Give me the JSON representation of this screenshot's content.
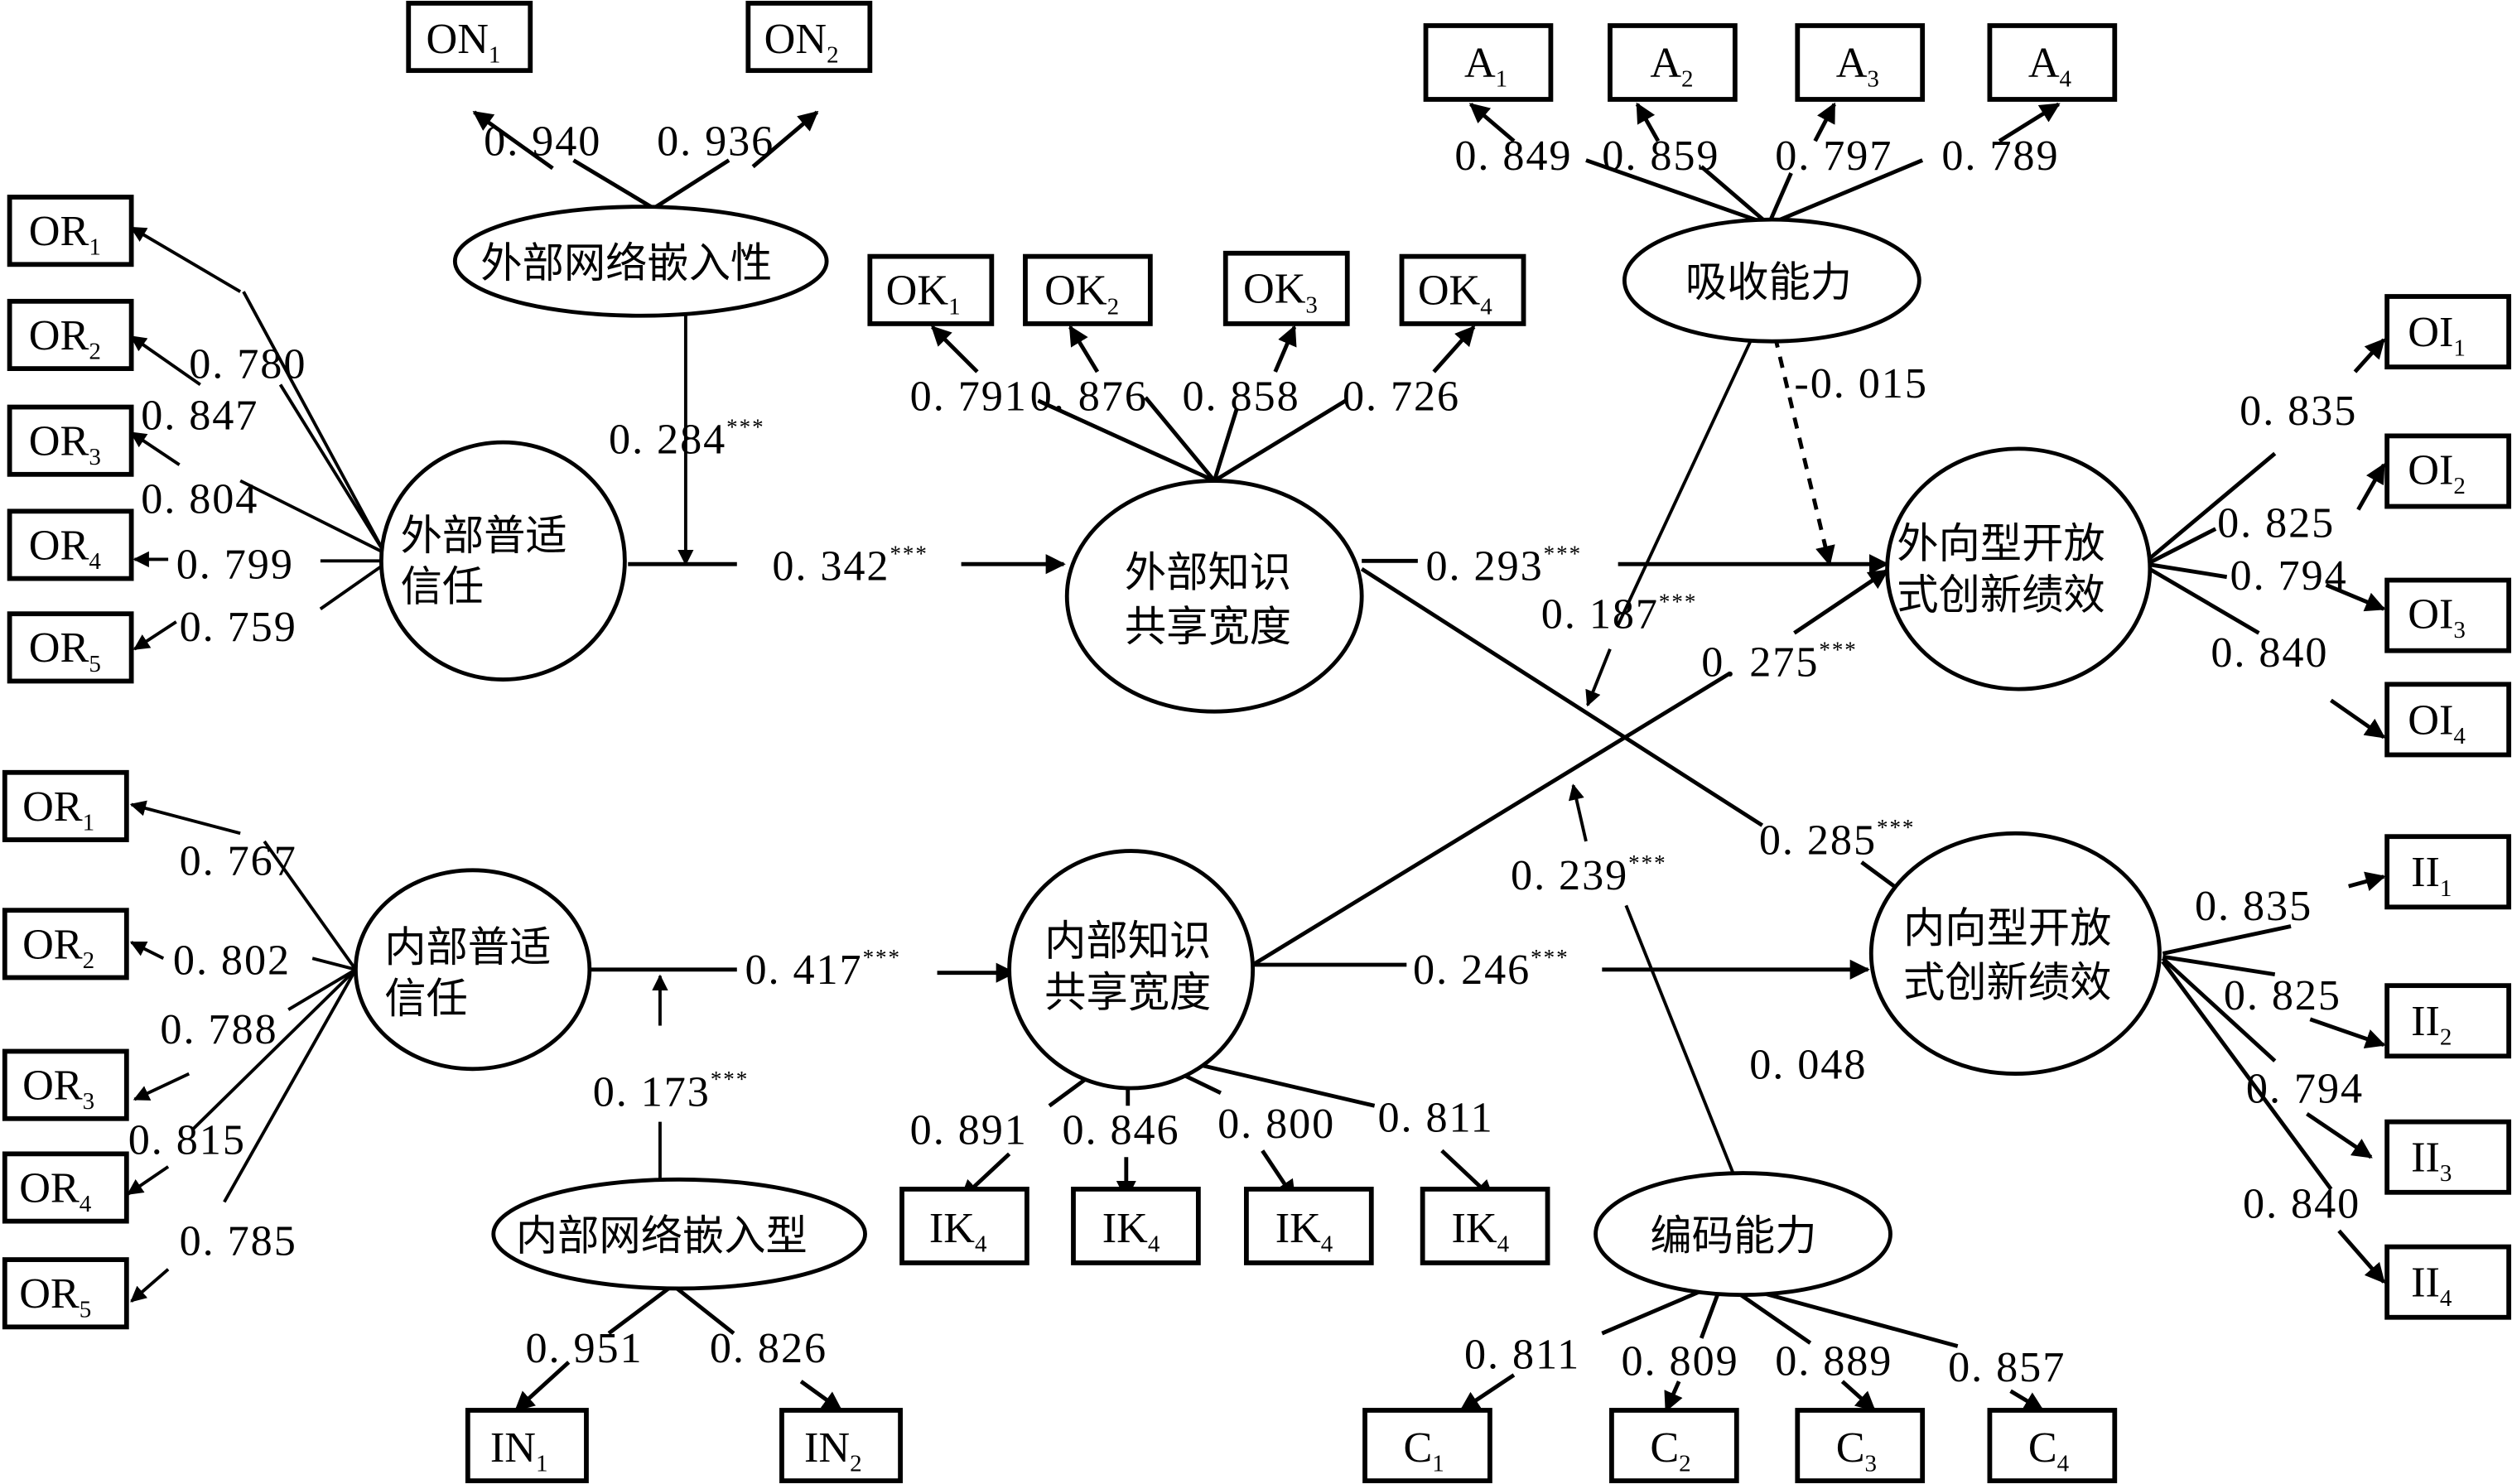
{
  "title": "Structural equation model: trust, knowledge-sharing breadth and open innovation performance",
  "colors": {
    "ink": "#000000",
    "background": "#ffffff"
  },
  "latents": {
    "ext_network": "外部网络嵌入性",
    "ext_trust": [
      "外部普适",
      "信任"
    ],
    "ext_knowledge": [
      "外部知识",
      "共享宽度"
    ],
    "absorb": "吸收能力",
    "out_innov": [
      "外向型开放",
      "式创新绩效"
    ],
    "int_trust": [
      "内部普适",
      "信任"
    ],
    "int_knowledge": [
      "内部知识",
      "共享宽度"
    ],
    "int_network": "内部网络嵌入型",
    "coding": "编码能力",
    "in_innov": [
      "内向型开放",
      "式创新绩效"
    ]
  },
  "indicators": {
    "ON": [
      {
        "base": "ON",
        "sub": "1",
        "loading": "0. 940"
      },
      {
        "base": "ON",
        "sub": "2",
        "loading": "0. 936"
      }
    ],
    "OR_ext": [
      {
        "base": "OR",
        "sub": "1",
        "loading": "0. 780"
      },
      {
        "base": "OR",
        "sub": "2",
        "loading": "0. 847"
      },
      {
        "base": "OR",
        "sub": "3",
        "loading": "0. 804"
      },
      {
        "base": "OR",
        "sub": "4",
        "loading": "0. 799"
      },
      {
        "base": "OR",
        "sub": "5",
        "loading": "0. 759"
      }
    ],
    "OK": [
      {
        "base": "OK",
        "sub": "1",
        "loading": "0. 791"
      },
      {
        "base": "OK",
        "sub": "2",
        "loading": "0. 876"
      },
      {
        "base": "OK",
        "sub": "3",
        "loading": "0. 858"
      },
      {
        "base": "OK",
        "sub": "4",
        "loading": "0. 726"
      }
    ],
    "A": [
      {
        "base": "A",
        "sub": "1",
        "loading": "0. 849"
      },
      {
        "base": "A",
        "sub": "2",
        "loading": "0. 859"
      },
      {
        "base": "A",
        "sub": "3",
        "loading": "0. 797"
      },
      {
        "base": "A",
        "sub": "4",
        "loading": "0. 789"
      }
    ],
    "OI": [
      {
        "base": "OI",
        "sub": "1",
        "loading": "0. 835"
      },
      {
        "base": "OI",
        "sub": "2",
        "loading": "0. 825"
      },
      {
        "base": "OI",
        "sub": "3",
        "loading": "0. 794"
      },
      {
        "base": "OI",
        "sub": "4",
        "loading": "0. 840"
      }
    ],
    "OR_int": [
      {
        "base": "OR",
        "sub": "1",
        "loading": "0. 767"
      },
      {
        "base": "OR",
        "sub": "2",
        "loading": "0. 802"
      },
      {
        "base": "OR",
        "sub": "3",
        "loading": "0. 788"
      },
      {
        "base": "OR",
        "sub": "4",
        "loading": "0. 815"
      },
      {
        "base": "OR",
        "sub": "5",
        "loading": "0. 785"
      }
    ],
    "IK": [
      {
        "base": "IK",
        "sub": "4",
        "loading": "0. 891"
      },
      {
        "base": "IK",
        "sub": "4",
        "loading": "0. 846"
      },
      {
        "base": "IK",
        "sub": "4",
        "loading": "0. 800"
      },
      {
        "base": "IK",
        "sub": "4",
        "loading": "0. 811"
      }
    ],
    "IN": [
      {
        "base": "IN",
        "sub": "1",
        "loading": "0. 951"
      },
      {
        "base": "IN",
        "sub": "2",
        "loading": "0. 826"
      }
    ],
    "C": [
      {
        "base": "C",
        "sub": "1",
        "loading": "0. 811"
      },
      {
        "base": "C",
        "sub": "2",
        "loading": "0. 809"
      },
      {
        "base": "C",
        "sub": "3",
        "loading": "0. 889"
      },
      {
        "base": "C",
        "sub": "4",
        "loading": "0. 857"
      }
    ],
    "II": [
      {
        "base": "II",
        "sub": "1",
        "loading": "0. 835"
      },
      {
        "base": "II",
        "sub": "2",
        "loading": "0. 825"
      },
      {
        "base": "II",
        "sub": "3",
        "loading": "0. 794"
      },
      {
        "base": "II",
        "sub": "4",
        "loading": "0. 840"
      }
    ]
  },
  "paths": {
    "ext_network_mod": {
      "value": "0. 284",
      "sig": "***"
    },
    "ext_trust_to_ext_knowledge": {
      "value": "0. 342",
      "sig": "***"
    },
    "ext_knowledge_to_out_innov": {
      "value": "0. 293",
      "sig": "***"
    },
    "absorb_mod_out": {
      "value": "-0. 015",
      "sig": ""
    },
    "absorb_mod_cross": {
      "value": "0. 187",
      "sig": "***"
    },
    "int_knowledge_to_out_innov": {
      "value": "0. 275",
      "sig": "***"
    },
    "ext_knowledge_to_in_innov": {
      "value": "0. 285",
      "sig": "***"
    },
    "coding_mod_cross": {
      "value": "0. 239",
      "sig": "***"
    },
    "int_trust_to_int_knowledge": {
      "value": "0. 417",
      "sig": "***"
    },
    "int_knowledge_to_in_innov": {
      "value": "0. 246",
      "sig": "***"
    },
    "int_network_mod": {
      "value": "0. 173",
      "sig": "***"
    },
    "coding_mod_in": {
      "value": "0. 048",
      "sig": ""
    }
  }
}
